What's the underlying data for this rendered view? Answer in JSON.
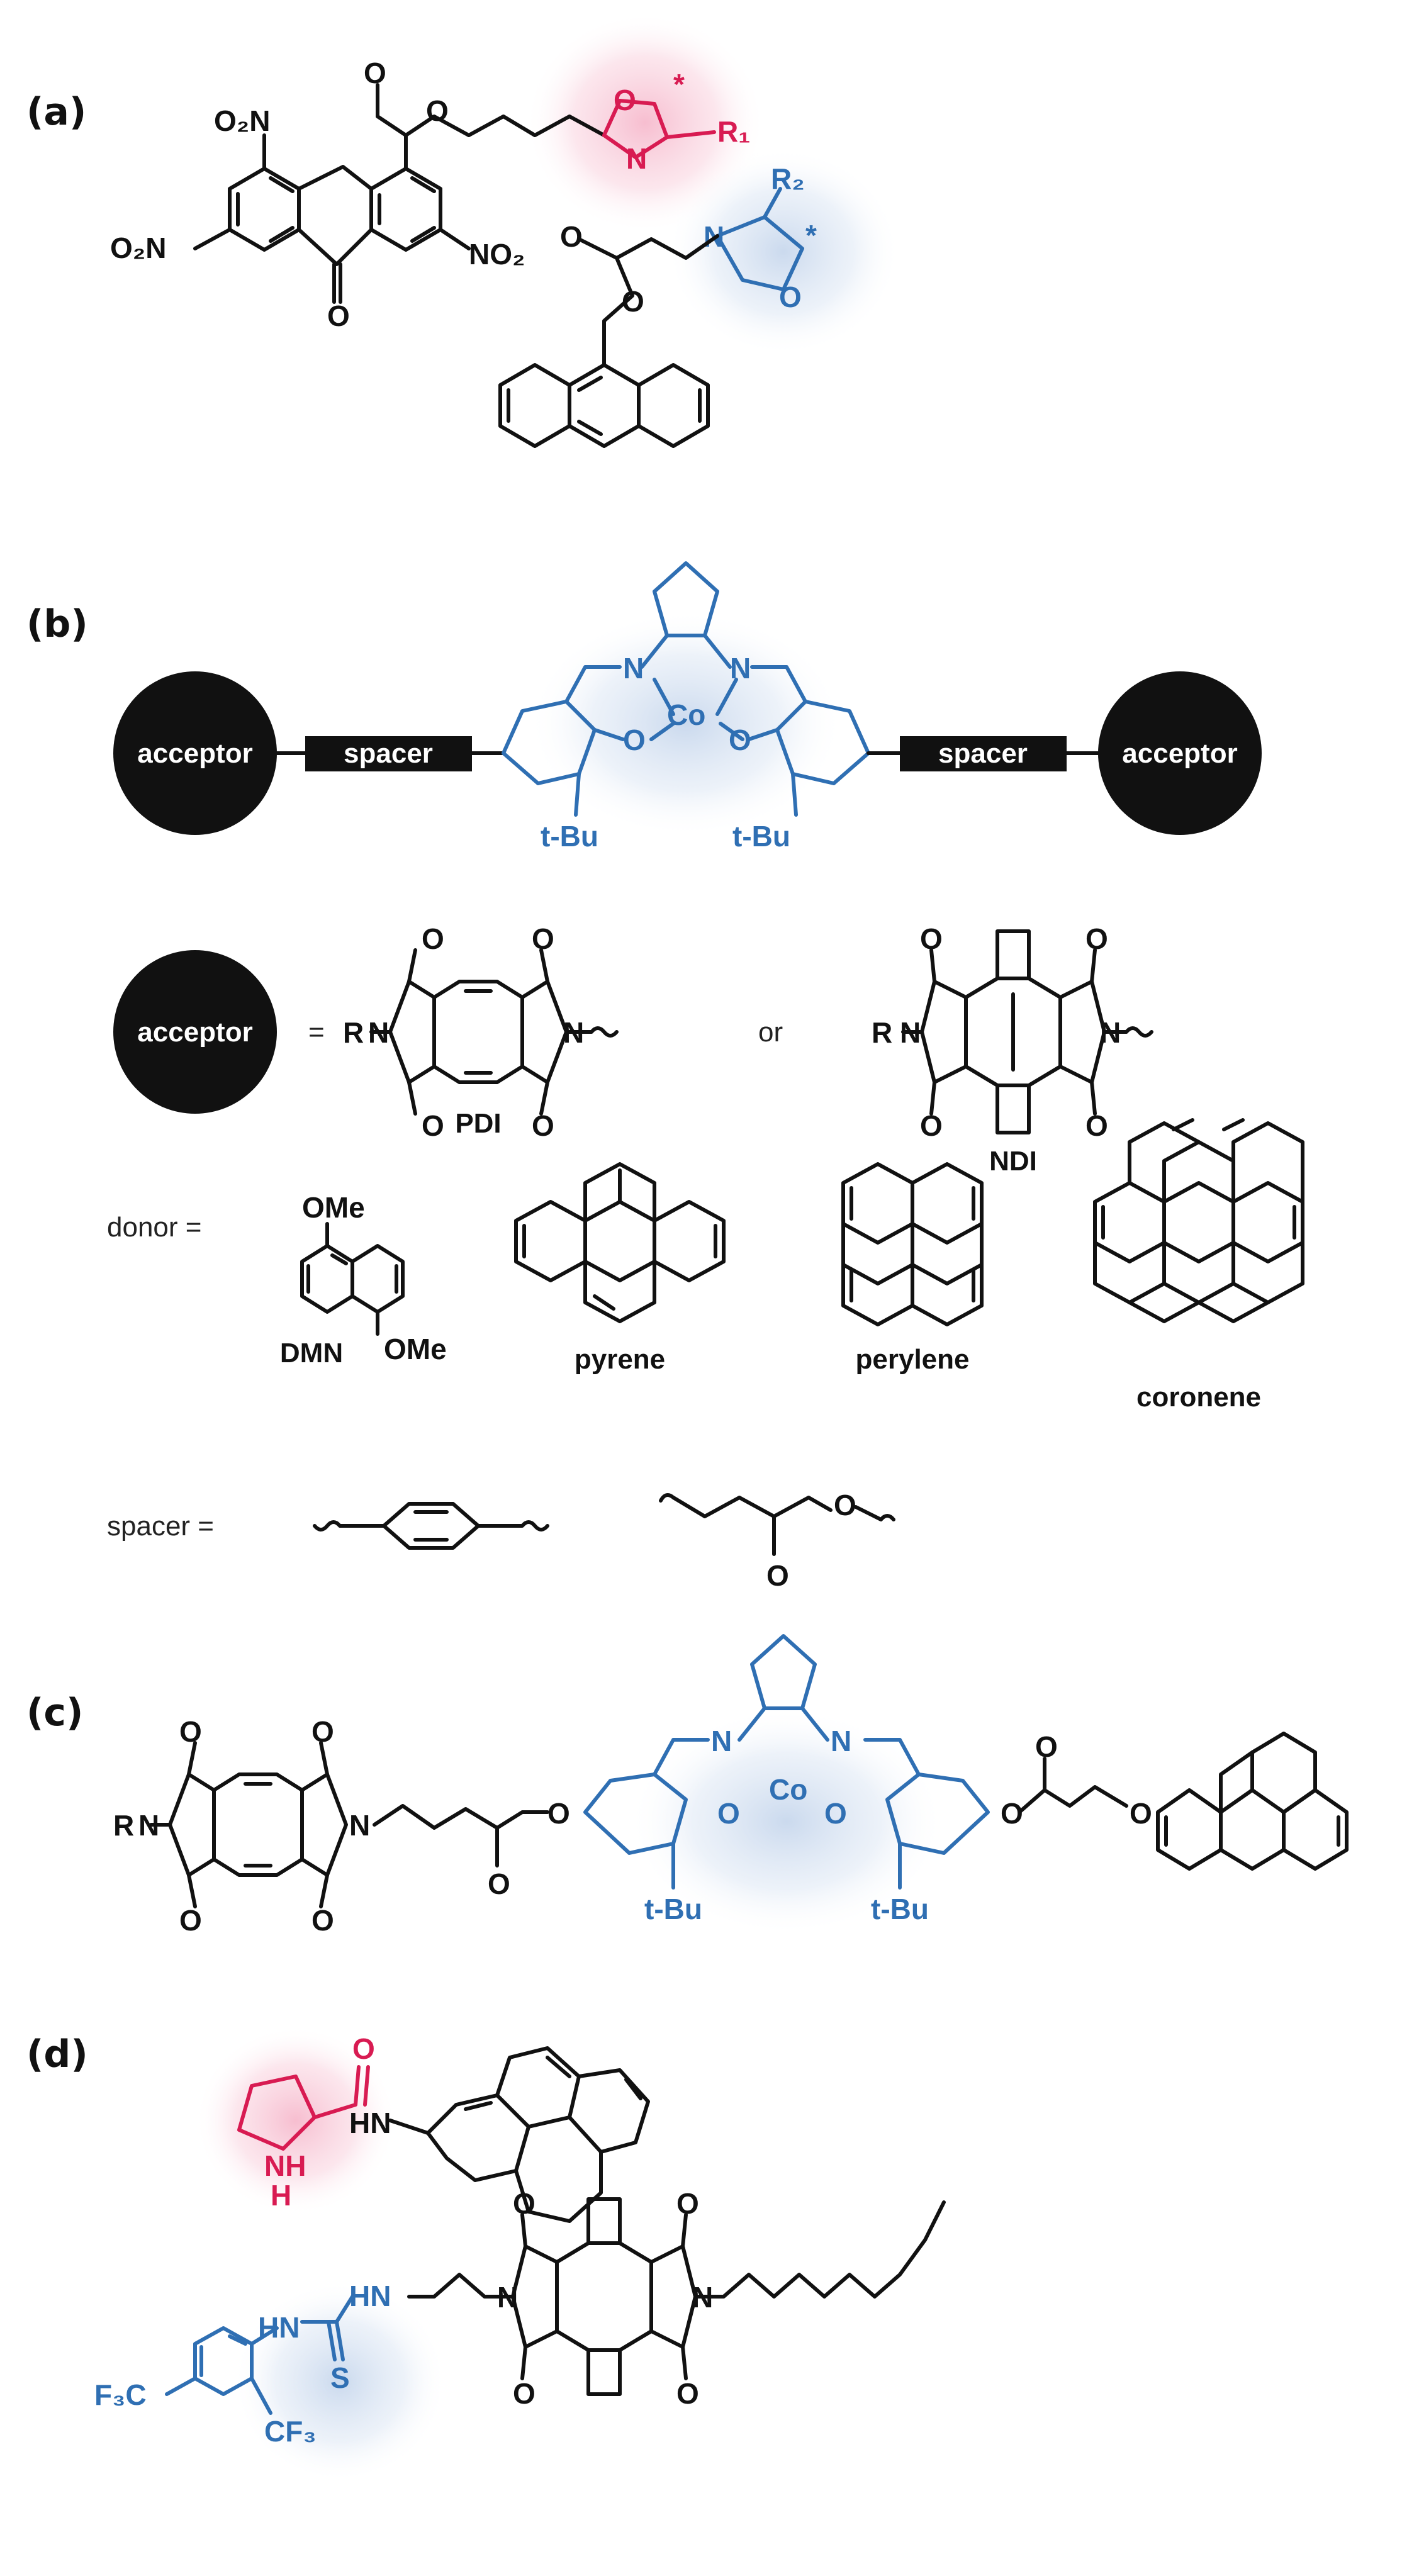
{
  "panels": {
    "a": {
      "label": "(a)"
    },
    "b": {
      "label": "(b)"
    },
    "c": {
      "label": "(c)"
    },
    "d": {
      "label": "(d)"
    }
  },
  "atoms": {
    "O": "O",
    "N": "N",
    "Co": "Co",
    "S": "S",
    "NH": "NH",
    "HN": "HN",
    "R": "R",
    "R1": "R₁",
    "R2": "R₂",
    "O2N": "O₂N",
    "NO2": "NO₂",
    "OMe": "OMe",
    "tBu": "t-Bu",
    "F3C": "F₃C",
    "CF3": "CF₃",
    "H": "H",
    "star": "*"
  },
  "box_labels": {
    "acceptor": "acceptor",
    "spacer": "spacer"
  },
  "definitions": {
    "equals": "=",
    "or": "or",
    "donor": "donor =",
    "spacer": "spacer ="
  },
  "captions": {
    "pdi": "PDI",
    "ndi": "NDI",
    "dmn": "DMN",
    "pyrene": "pyrene",
    "perylene": "perylene",
    "coronene": "coronene"
  },
  "colors": {
    "black": "#111111",
    "blue": "#2f6fb3",
    "red": "#d81b52",
    "blue_glow": "#c9d8ee",
    "red_glow": "#f6c6d6"
  }
}
